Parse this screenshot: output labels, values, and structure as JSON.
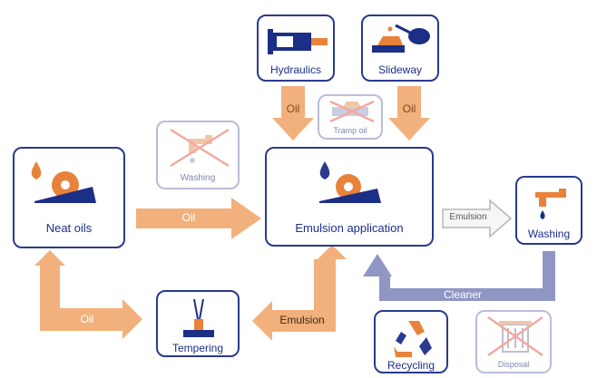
{
  "nodes": {
    "hydraulics": "Hydraulics",
    "slideway": "Slideway",
    "tramp_oil": "Tramp oil",
    "washing_top": "Washing",
    "neat_oils": "Neat oils",
    "emulsion_application": "Emulsion application",
    "washing_right": "Washing",
    "tempering": "Tempering",
    "recycling": "Recycling",
    "disposal": "Disposal"
  },
  "arrows": {
    "oil_hydraulics": "Oil",
    "oil_slideway": "Oil",
    "oil_neat": "Oil",
    "emulsion_to_washing": "Emulsion",
    "cleaner": "Cleaner",
    "emulsion_to_tempering": "Emulsion",
    "oil_to_tempering": "Oil"
  },
  "colors": {
    "border": "#2a3a8c",
    "orange": "#e8823a",
    "arrow_orange": "#f2b07c",
    "arrow_blue": "#8f96c4",
    "text": "#1c2f86"
  },
  "icons": [
    "cylinder-icon",
    "oil-can-icon",
    "saw-blade-icon",
    "faucet-icon",
    "tongs-icon",
    "recycle-icon",
    "trash-bin-icon"
  ]
}
